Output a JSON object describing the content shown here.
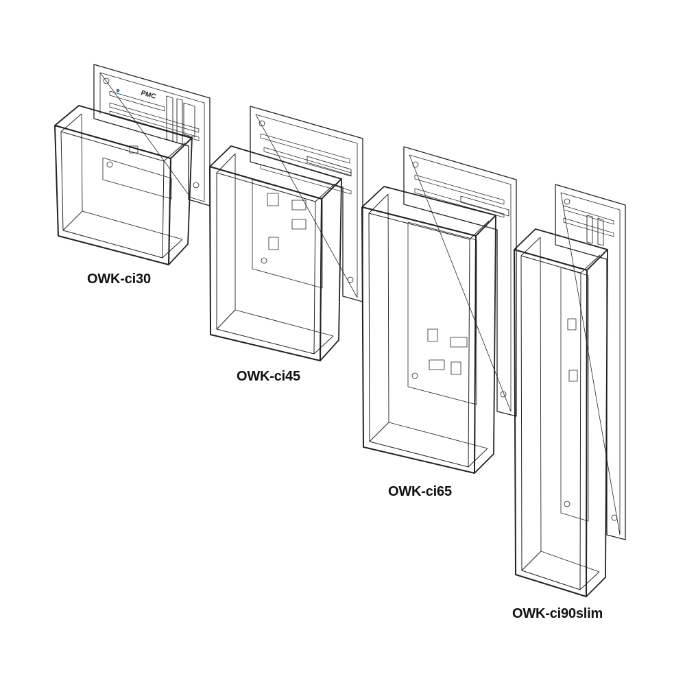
{
  "products": [
    {
      "model": "OWK-ci30"
    },
    {
      "model": "OWK-ci45"
    },
    {
      "model": "OWK-ci65"
    },
    {
      "model": "OWK-ci90slim"
    }
  ],
  "template_brand": "PMC",
  "colors": {
    "line": "#222222",
    "accent": "#2a7fd4",
    "background": "#ffffff"
  }
}
